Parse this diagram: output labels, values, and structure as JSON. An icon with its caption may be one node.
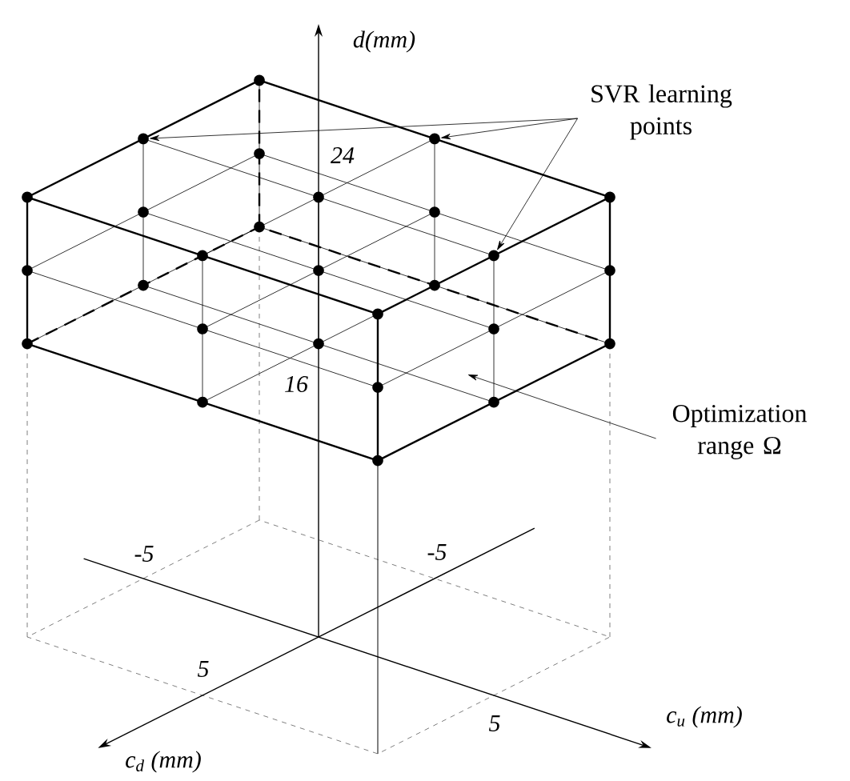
{
  "diagram": {
    "nodes": [
      {
        "text": [
          "SVR learning points"
        ]
      },
      {
        "text": [
          "Optimization range Ω"
        ]
      },
      {
        "text": [],
        "shape": "circle"
      },
      {
        "text": [],
        "shape": "circle"
      },
      {
        "text": [],
        "shape": "circle"
      }
    ],
    "edges": [
      {
        "from": 0,
        "to": 2,
        "arrow": "to"
      },
      {
        "from": 0,
        "to": 3,
        "arrow": "to"
      },
      {
        "from": 0,
        "to": 4,
        "arrow": "to"
      },
      {
        "from": 1,
        "to": null,
        "arrow": "to"
      }
    ],
    "labels": [
      "d(mm)",
      "24",
      "16",
      "-5",
      "-5",
      "5",
      "c$_{u}$ (mm)",
      "5",
      "c$_{d}$ (mm)"
    ]
  }
}
